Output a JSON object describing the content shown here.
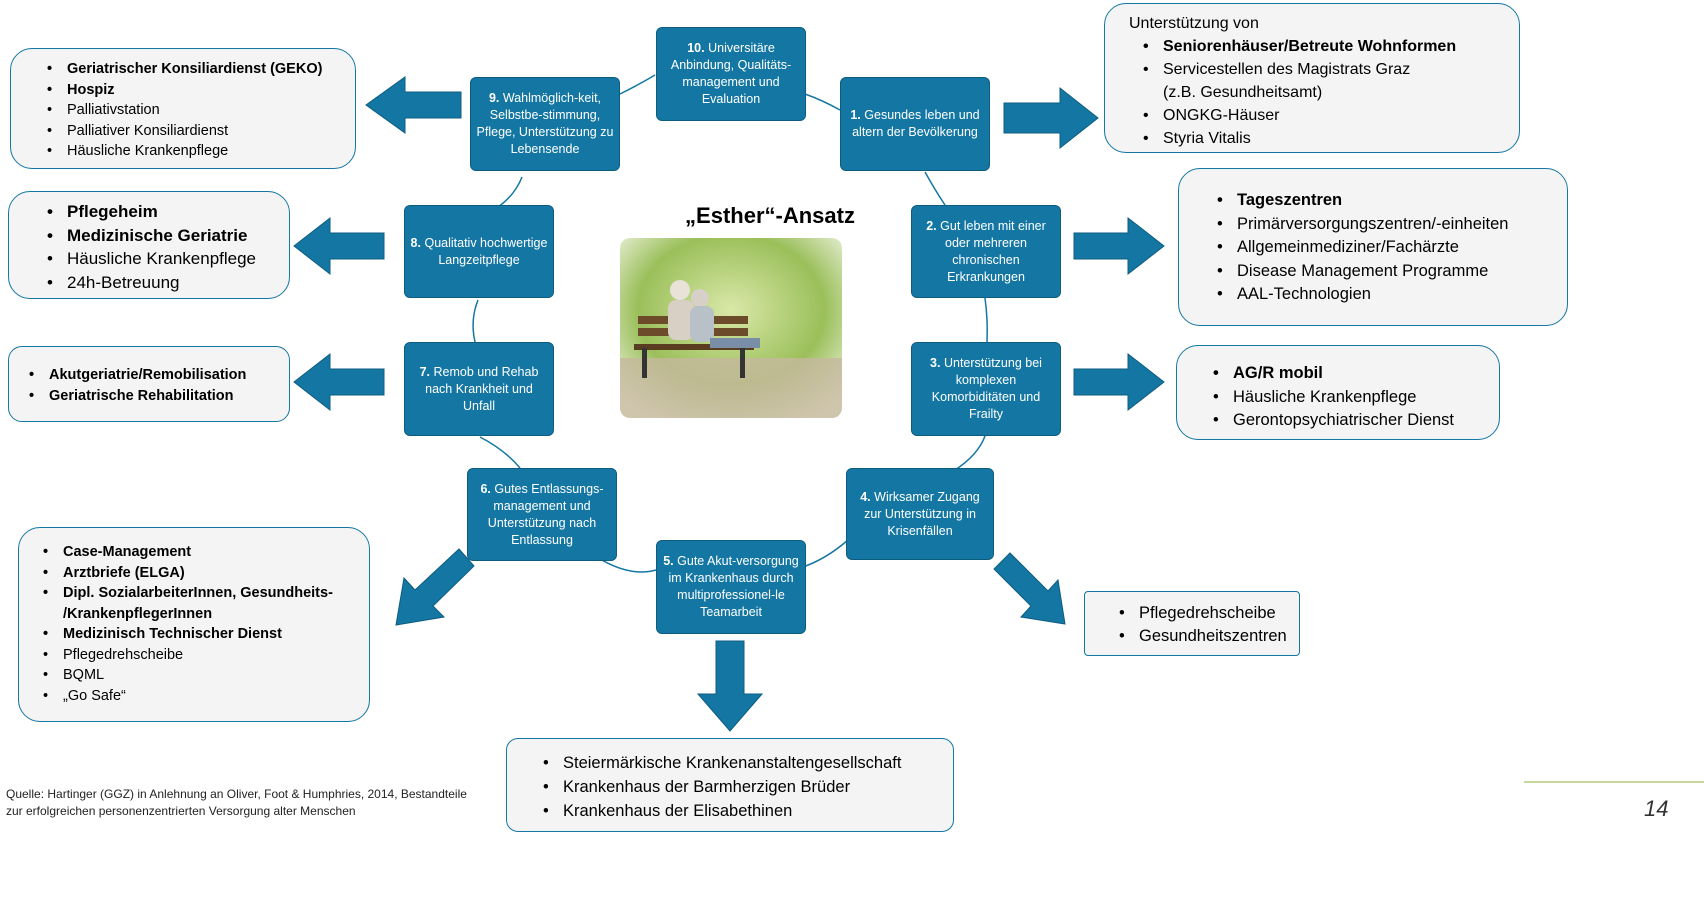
{
  "title": "„Esther“-Ansatz",
  "image": "photo-elderly-couple-on-bench",
  "colors": {
    "node": "#1477a3",
    "arrow": "#1477a3",
    "box_border": "#1477a3",
    "box_fill": "#f4f4f4"
  },
  "nodes": [
    {
      "num": "10.",
      "text": "Universitäre Anbindung, Qualitäts-management und Evaluation"
    },
    {
      "num": "1.",
      "text": "Gesundes leben und altern der Bevölkerung"
    },
    {
      "num": "2.",
      "text": "Gut leben mit einer oder mehreren chronischen Erkrankungen"
    },
    {
      "num": "3.",
      "text": "Unterstützung bei komplexen Komorbiditäten und Frailty"
    },
    {
      "num": "4.",
      "text": "Wirksamer Zugang zur Unterstützung in Krisenfällen"
    },
    {
      "num": "5.",
      "text": "Gute Akut-versorgung im Krankenhaus durch multiprofessionel-le Teamarbeit"
    },
    {
      "num": "6.",
      "text": "Gutes Entlassungs-management und Unterstützung nach Entlassung"
    },
    {
      "num": "7.",
      "text": "Remob und Rehab nach Krankheit und Unfall"
    },
    {
      "num": "8.",
      "text": "Qualitativ hochwertige Langzeitpflege"
    },
    {
      "num": "9.",
      "text": "Wahlmöglich-keit, Selbstbe-stimmung, Pflege, Unterstützung zu Lebensende"
    }
  ],
  "boxes": {
    "b1": {
      "heading": "Unterstützung von",
      "items": [
        "Seniorenhäuser/Betreute Wohnformen",
        "Servicestellen des Magistrats Graz",
        "(z.B. Gesundheitsamt)",
        "ONGKG-Häuser",
        "Styria Vitalis"
      ]
    },
    "b2": {
      "items": [
        "Tageszentren",
        "Primärversorgungszentren/-einheiten",
        "Allgemeinmediziner/Fachärzte",
        "Disease Management Programme",
        "AAL-Technologien"
      ]
    },
    "b3": {
      "items": [
        "AG/R mobil",
        "Häusliche Krankenpflege",
        "Gerontopsychiatrischer Dienst"
      ]
    },
    "b4": {
      "items": [
        "Pflegedrehscheibe",
        "Gesundheitszentren"
      ]
    },
    "b5": {
      "items": [
        "Steiermärkische Krankenanstaltengesellschaft",
        "Krankenhaus der Barmherzigen Brüder",
        "Krankenhaus der Elisabethinen"
      ]
    },
    "b6": {
      "items": [
        "Case-Management",
        "Arztbriefe (ELGA)",
        "Dipl. SozialarbeiterInnen, Gesundheits-",
        "/KrankenpflegerInnen",
        "Medizinisch Technischer Dienst",
        "Pflegedrehscheibe",
        "BQML",
        "„Go Safe“"
      ]
    },
    "b7": {
      "items": [
        "Akutgeriatrie/Remobilisation",
        "Geriatrische Rehabilitation"
      ]
    },
    "b8": {
      "items": [
        "Pflegeheim",
        "Medizinische Geriatrie",
        "Häusliche Krankenpflege",
        "24h-Betreuung"
      ]
    },
    "b9": {
      "items": [
        "Geriatrischer Konsiliardienst (GEKO)",
        "Hospiz",
        "Palliativstation",
        "Palliativer Konsiliardienst",
        "Häusliche Krankenpflege"
      ]
    }
  },
  "source": "Quelle: Hartinger (GGZ) in Anlehnung an Oliver, Foot & Humphries, 2014, Bestandteile zur erfolgreichen personenzentrierten Versorgung alter Menschen",
  "page_number": "14"
}
